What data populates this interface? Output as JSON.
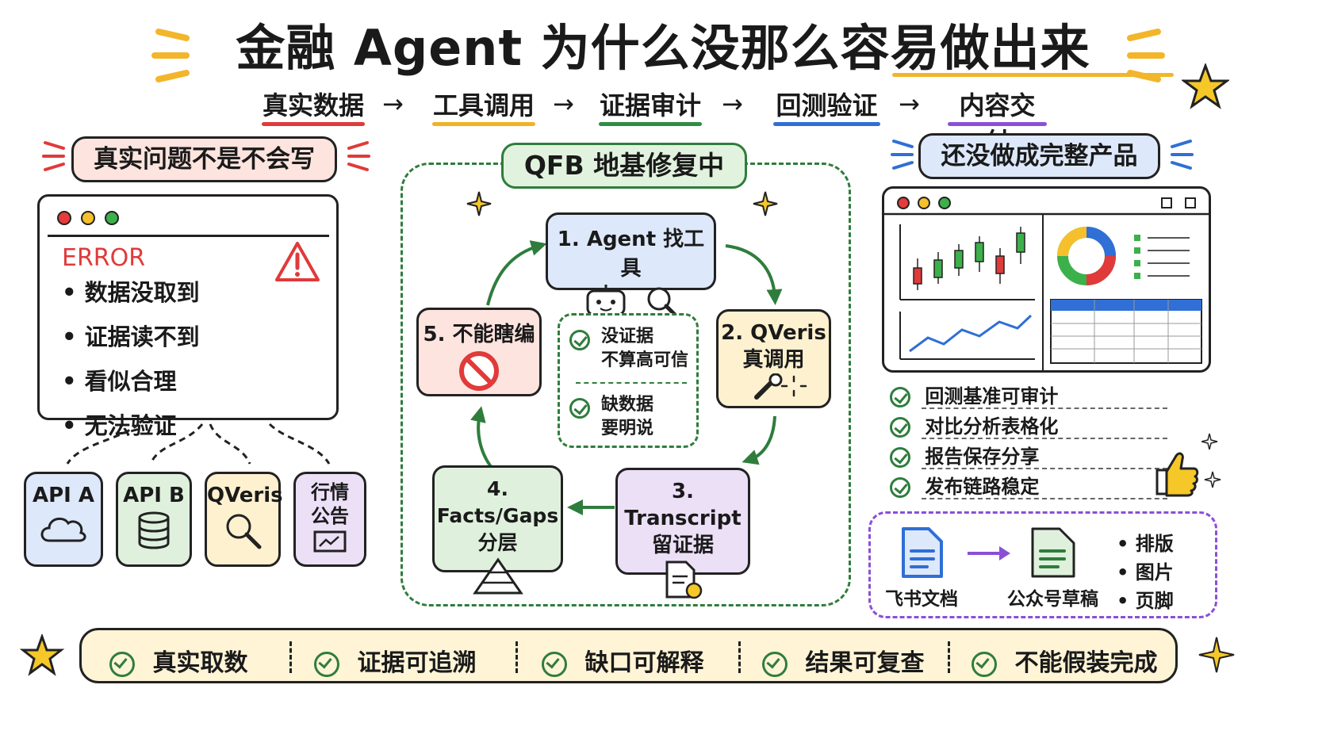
{
  "title": "金融 Agent 为什么没那么容易做出来",
  "pipeline": [
    {
      "label": "真实数据",
      "color": "#e03a3a"
    },
    {
      "label": "工具调用",
      "color": "#f0b323"
    },
    {
      "label": "证据审计",
      "color": "#2f8c44"
    },
    {
      "label": "回测验证",
      "color": "#2f6fd6"
    },
    {
      "label": "内容交付",
      "color": "#8b4fd6"
    }
  ],
  "pipeline_arrow": "→",
  "left": {
    "heading": "真实问题不是不会写",
    "error_label": "ERROR",
    "errors": [
      "数据没取到",
      "证据读不到",
      "看似合理",
      "无法验证"
    ],
    "sources": [
      "API A",
      "API B",
      "QVeris",
      "行情\n公告"
    ]
  },
  "center": {
    "heading": "QFB 地基修复中",
    "steps": [
      {
        "label": "1. Agent 找工具"
      },
      {
        "label": "2. QVeris\n真调用"
      },
      {
        "label": "3. Transcript\n留证据"
      },
      {
        "label": "4. Facts/Gaps\n分层"
      },
      {
        "label": "5. 不能瞎编"
      }
    ],
    "rules": [
      "没证据\n不算高可信",
      "缺数据\n要明说"
    ]
  },
  "right": {
    "heading": "还没做成完整产品",
    "checks": [
      "回测基准可审计",
      "对比分析表格化",
      "报告保存分享",
      "发布链路稳定"
    ],
    "delivery": {
      "from": "飞书文档",
      "to": "公众号草稿",
      "bullets": [
        "排版",
        "图片",
        "页脚"
      ]
    }
  },
  "footer": [
    "真实取数",
    "证据可追溯",
    "缺口可解释",
    "结果可复查",
    "不能假装完成"
  ]
}
